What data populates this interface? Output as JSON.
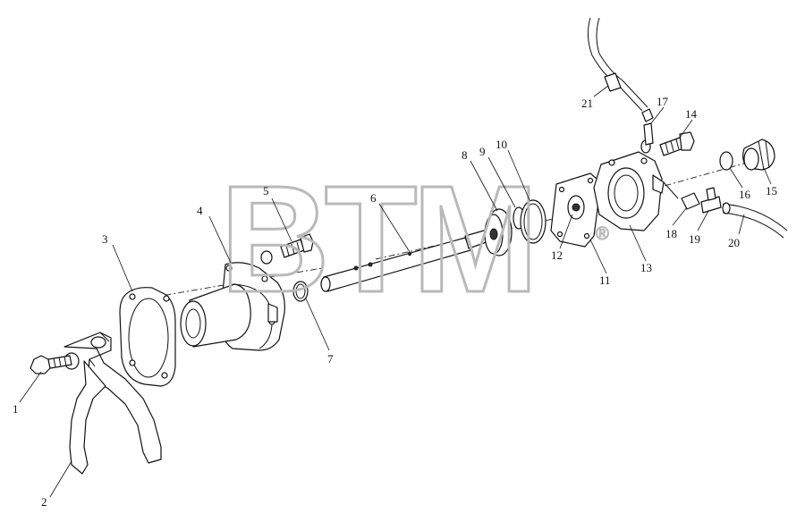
{
  "watermark": {
    "text": "BTM",
    "mark": "®"
  },
  "callouts": [
    {
      "id": "1",
      "label": "1"
    },
    {
      "id": "2",
      "label": "2"
    },
    {
      "id": "3",
      "label": "3"
    },
    {
      "id": "4",
      "label": "4"
    },
    {
      "id": "5",
      "label": "5"
    },
    {
      "id": "6",
      "label": "6"
    },
    {
      "id": "7",
      "label": "7"
    },
    {
      "id": "8",
      "label": "8"
    },
    {
      "id": "9",
      "label": "9"
    },
    {
      "id": "10",
      "label": "10"
    },
    {
      "id": "11",
      "label": "11"
    },
    {
      "id": "12",
      "label": "12"
    },
    {
      "id": "13",
      "label": "13"
    },
    {
      "id": "14",
      "label": "14"
    },
    {
      "id": "15",
      "label": "15"
    },
    {
      "id": "16",
      "label": "16"
    },
    {
      "id": "17",
      "label": "17"
    },
    {
      "id": "18",
      "label": "18"
    },
    {
      "id": "19",
      "label": "19"
    },
    {
      "id": "20",
      "label": "20"
    },
    {
      "id": "21",
      "label": "21"
    }
  ]
}
